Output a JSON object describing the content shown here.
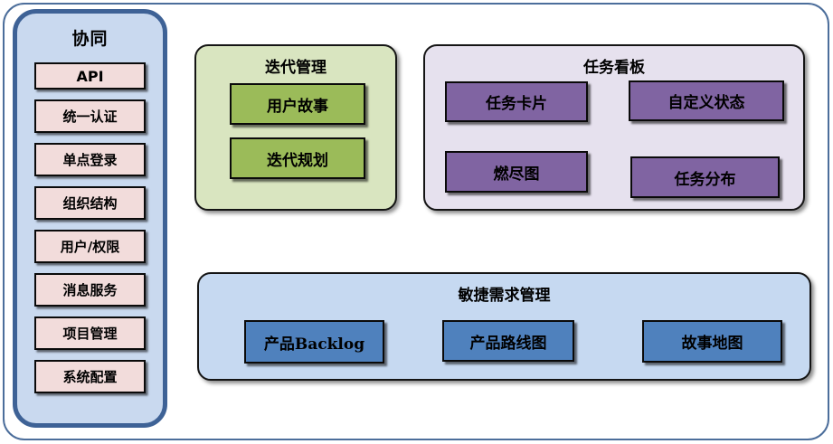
{
  "sidebar": {
    "title": "协同",
    "items": [
      "API",
      "统一认证",
      "单点登录",
      "组织结构",
      "用户/权限",
      "消息服务",
      "项目管理",
      "系统配置"
    ]
  },
  "iteration_panel": {
    "title": "迭代管理",
    "items": [
      "用户故事",
      "迭代规划"
    ]
  },
  "kanban_panel": {
    "title": "任务看板",
    "items": [
      "任务卡片",
      "自定义状态",
      "燃尽图",
      "任务分布"
    ]
  },
  "requirements_panel": {
    "title": "敏捷需求管理",
    "items": [
      "产品Backlog",
      "产品路线图",
      "故事地图"
    ]
  },
  "colors": {
    "frame_border": "#4c6e9b",
    "sidebar_fill": "#c9d9ef",
    "sidebar_border": "#3e6296",
    "sidebar_item_fill": "#f2dcdb",
    "iteration_fill": "#d9e5c0",
    "iteration_item_fill": "#9bbb59",
    "kanban_fill": "#e6e1ee",
    "kanban_item_fill": "#8064a2",
    "requirements_fill": "#c6d9f1",
    "requirements_item_fill": "#4f81bd"
  }
}
